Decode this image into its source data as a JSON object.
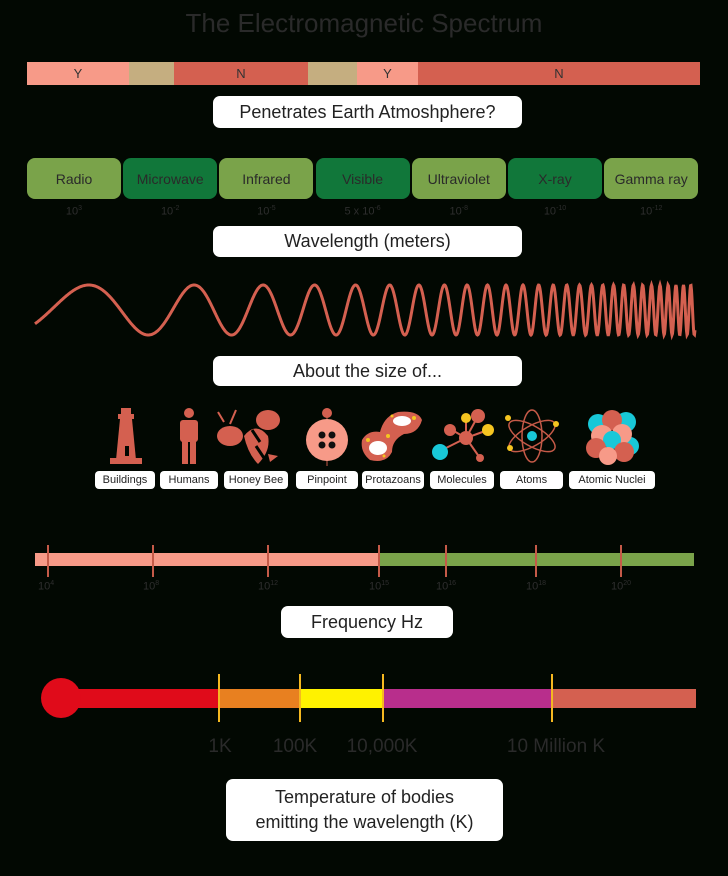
{
  "title": "The Electromagnetic Spectrum",
  "atmosphere": {
    "segments": [
      {
        "label": "Y",
        "color": "#f79a88"
      },
      {
        "label": "",
        "color": "#c5ae80"
      },
      {
        "label": "N",
        "color": "#d46050"
      },
      {
        "label": "",
        "color": "#c5ae80"
      },
      {
        "label": "Y",
        "color": "#f79a88"
      },
      {
        "label": "N",
        "color": "#d46050"
      }
    ],
    "caption": "Penetrates Earth Atmoshphere?"
  },
  "bands": [
    {
      "name": "Radio",
      "wavelength_base": "10",
      "wavelength_exp": "3",
      "color": "#7aa34a"
    },
    {
      "name": "Microwave",
      "wavelength_base": "10",
      "wavelength_exp": "-2",
      "color": "#11773a"
    },
    {
      "name": "Infrared",
      "wavelength_base": "10",
      "wavelength_exp": "-5",
      "color": "#7aa34a"
    },
    {
      "name": "Visible",
      "wavelength_base": "5 x 10",
      "wavelength_exp": "-6",
      "color": "#11773a"
    },
    {
      "name": "Ultraviolet",
      "wavelength_base": "10",
      "wavelength_exp": "-8",
      "color": "#7aa34a"
    },
    {
      "name": "X-ray",
      "wavelength_base": "10",
      "wavelength_exp": "-10",
      "color": "#11773a"
    },
    {
      "name": "Gamma ray",
      "wavelength_base": "10",
      "wavelength_exp": "-12",
      "color": "#7aa34a"
    }
  ],
  "wavelength_caption": "Wavelength (meters)",
  "wave_color": "#d46050",
  "size_caption": "About the size of...",
  "objects": [
    {
      "label": "Buildings",
      "icon": "lighthouse-icon"
    },
    {
      "label": "Humans",
      "icon": "person-icon"
    },
    {
      "label": "Honey Bee",
      "icon": "bee-icon"
    },
    {
      "label": "Pinpoint",
      "icon": "pinpoint-icon"
    },
    {
      "label": "Protazoans",
      "icon": "protozoa-icon"
    },
    {
      "label": "Molecules",
      "icon": "molecule-icon"
    },
    {
      "label": "Atoms",
      "icon": "atom-icon"
    },
    {
      "label": "Atomic Nuclei",
      "icon": "nucleus-icon"
    }
  ],
  "frequency": {
    "ticks": [
      {
        "base": "10",
        "exp": "4"
      },
      {
        "base": "10",
        "exp": "8"
      },
      {
        "base": "10",
        "exp": "12"
      },
      {
        "base": "10",
        "exp": "15"
      },
      {
        "base": "10",
        "exp": "16"
      },
      {
        "base": "10",
        "exp": "18"
      },
      {
        "base": "10",
        "exp": "20"
      }
    ],
    "colors": {
      "low": "#f79a88",
      "high": "#7aa34a"
    },
    "caption": "Frequency Hz"
  },
  "temperature": {
    "labels": [
      "1K",
      "100K",
      "10,000K",
      "10 Million K"
    ],
    "colors": [
      "#e00b1a",
      "#e88020",
      "#fff200",
      "#b82e8c",
      "#d46050"
    ],
    "tick_color": "#f5b820",
    "caption_line1": "Temperature of bodies",
    "caption_line2": "emitting the wavelength (K)"
  }
}
